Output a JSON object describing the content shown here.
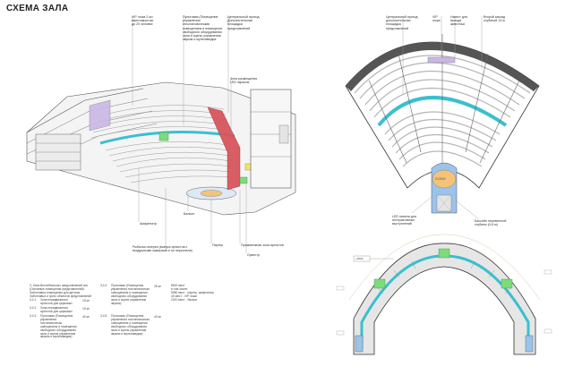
{
  "title": "СХЕМА ЗАЛА",
  "callouts_left": {
    "vip": "VIP ложа 2 шт. вместимостью до 20 человек",
    "control": "Пультовая (Помещение управления опостановочными освещением и помещение свободного оборудования зала и сцены управления звуком и мультимедиа",
    "central": "Центральный проход Дополнительная площадка представлений",
    "led": "Зона размещения LED экранов",
    "balcony": "Балкон",
    "amphi": "Амфитеатр",
    "fish": "Рыбачья галерея (выпуск артистов с воздушными камерами и по персонала)",
    "parterre": "Партер",
    "arena": "Приманежная зона артистов",
    "orchestra": "Оркестр"
  },
  "callouts_right": {
    "central": "Центральный проход дополнительная площадка представлений",
    "vip": "VIP ложа",
    "cart": "Насест для выхода животных",
    "ring": "Второй каскад глубиной 13 м",
    "arena_mark": "D13000",
    "led_panels": "LED панели для интерактивных выступлений",
    "pool": "Бассейн переменной глубины (0-6 м)"
  },
  "bottom_mark": "+3000",
  "table": {
    "intro": "3. Зона Вестибюльных представлений зон (Основные помещения представлений): Заботливых помещения для детских, Заботливых и фото объектов представлений",
    "rows_a": [
      {
        "code": "3.4.1",
        "text": "Зона передвижения артистов для цирковых",
        "val": "15 м²"
      },
      {
        "code": "3.4.2",
        "text": "Зона передвижения артистов для цирковых",
        "val": "15 м²"
      },
      {
        "code": "3.4.3",
        "text": "Пультовая (Помещения управления постановочным освещением и помещения свободного оборудования зала и сцены управления звуком и мультимедиа)",
        "val": "40 м²"
      }
    ],
    "rows_b": [
      {
        "code": "3.4.4",
        "text": "Пультовая (Помещения управления постановочным освещением и помещения свободного оборудования зала и сцены управления звуком)",
        "val": "25 м²"
      },
      {
        "code": "3.4.5",
        "text": "Пультовая (Помещения управления постановочным освещением и помещения свободного оборудования зала и сцены управления звуком и мультимедиа)",
        "val": "40 м²"
      }
    ],
    "capacity": [
      "8000 мест",
      "в том числе:",
      "5950 мест - партер, амфитеатр",
      "40 мест - VIP ложи",
      "2010 мест - балкон"
    ]
  },
  "colors": {
    "cyan": "#3bbfcf",
    "red": "#d8555d",
    "lilac": "#c9b8e6",
    "green": "#7bdc7b",
    "orange": "#f4c37a",
    "blue": "#9cc3ea"
  }
}
